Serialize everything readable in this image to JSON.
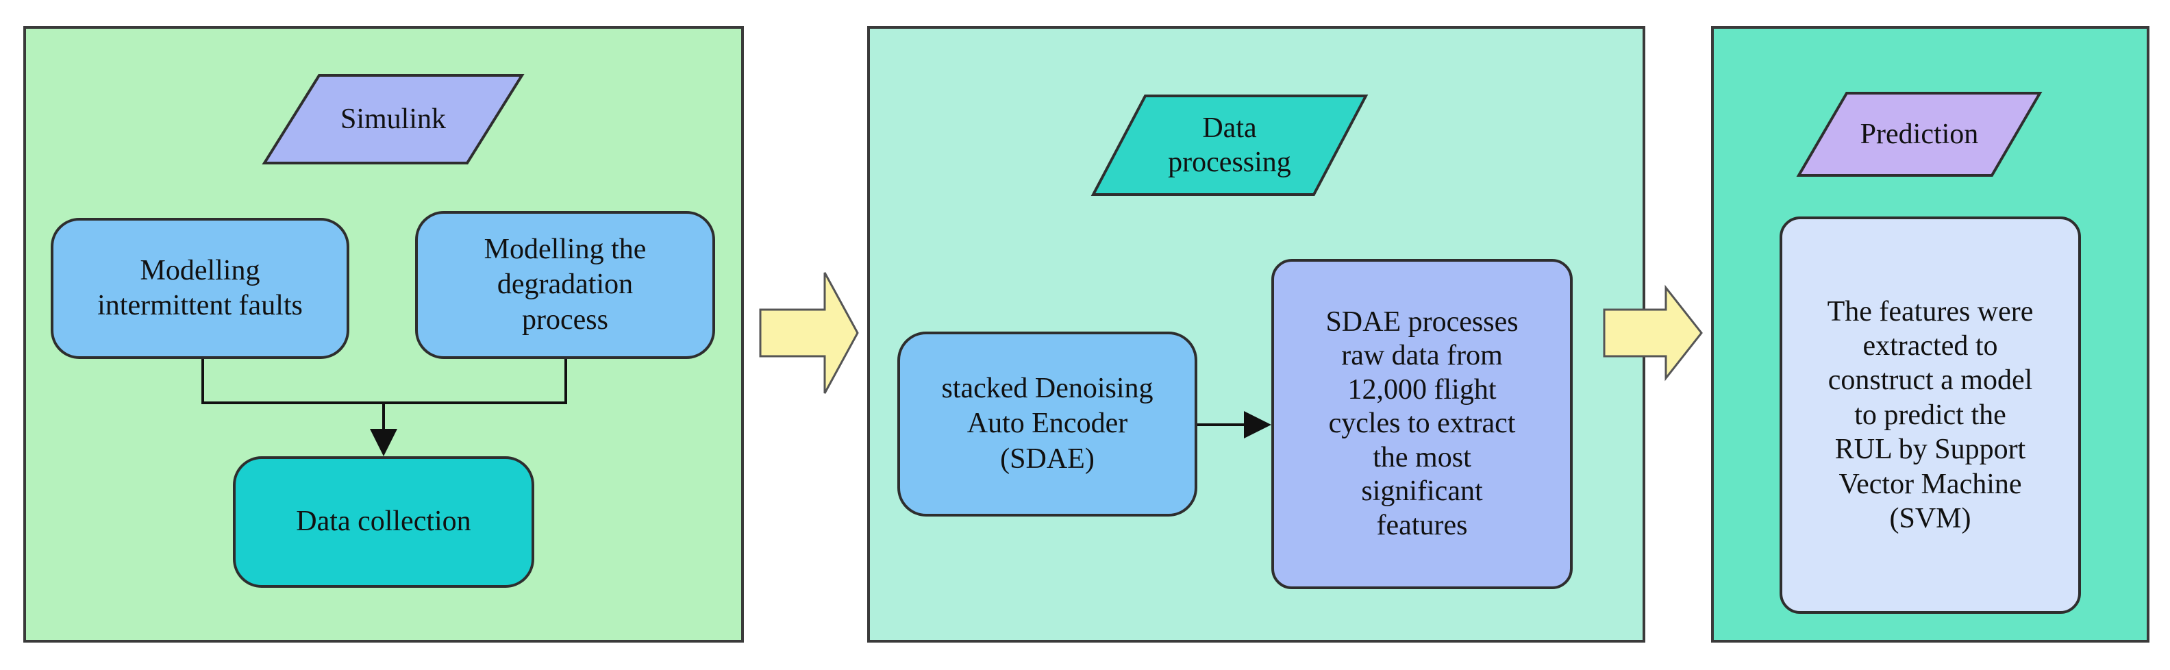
{
  "colors": {
    "panel1_bg": "#b6f2bd",
    "panel2_bg": "#b1f0dc",
    "panel3_bg": "#66e6c5",
    "simulink_shape": "#a9b6f5",
    "data_processing_shape": "#2fd6c7",
    "prediction_shape": "#c5b2f3",
    "blue_box": "#7fc4f5",
    "data_collection_box": "#19cfcf",
    "sdae_output_box": "#a8bdf7",
    "prediction_box": "#d5e3fb",
    "big_arrow": "#fbf3a9"
  },
  "panel1": {
    "header": "Simulink",
    "box_left": "Modelling\nintermittent faults",
    "box_right": "Modelling the\ndegradation\nprocess",
    "box_bottom": "Data collection"
  },
  "panel2": {
    "header": "Data\nprocessing",
    "box_left": "stacked Denoising\nAuto Encoder\n(SDAE)",
    "box_right": "SDAE processes\nraw data from\n12,000 flight\ncycles to extract\nthe most\nsignificant\nfeatures"
  },
  "panel3": {
    "header": "Prediction",
    "box": "The features were\nextracted to\nconstruct a model\nto predict the\nRUL by Support\nVector Machine\n(SVM)"
  }
}
